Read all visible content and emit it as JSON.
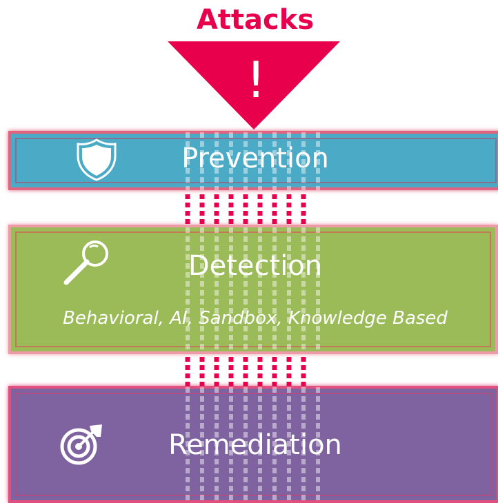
{
  "header": {
    "title": "Attacks",
    "marker": "!"
  },
  "layers": [
    {
      "label": "Prevention",
      "icon": "shield-icon"
    },
    {
      "label": "Detection",
      "icon": "magnifier-icon",
      "methods": "Behavioral,  AI,  Sandbox,  Knowledge Based"
    },
    {
      "label": "Remediation",
      "icon": "target-icon"
    }
  ],
  "colors": {
    "accent": "#e8004c",
    "prevention": "#4baac6",
    "prevention_border": "#e0637f",
    "prevention_inner": "#8a6f92",
    "detection": "#9bbb59",
    "detection_border": "#ee9aa8",
    "detection_inner": "#c17a55",
    "remediation": "#7f62a0",
    "remediation_border": "#e0507e",
    "remediation_inner": "#b04d84",
    "stream": "#ffffff"
  }
}
